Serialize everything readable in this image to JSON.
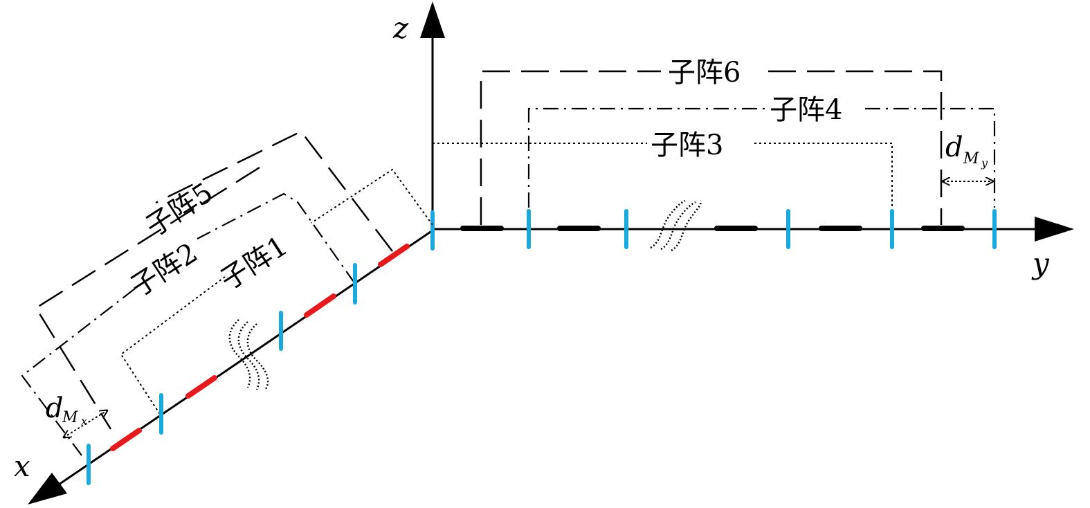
{
  "axes": {
    "x": "x",
    "y": "y",
    "z": "z"
  },
  "subarrays": {
    "s1": "子阵1",
    "s2": "子阵2",
    "s3": "子阵3",
    "s4": "子阵4",
    "s5": "子阵5",
    "s6": "子阵6"
  },
  "spacing": {
    "y": {
      "main": "d",
      "sub": "M",
      "subsub": "y"
    },
    "x": {
      "main": "d",
      "sub": "M",
      "subsub": "x"
    }
  },
  "colors": {
    "axis": "#000000",
    "sensor": "#19a9dc",
    "x_element": "#e8191c",
    "y_element": "#000000"
  },
  "icons": {
    "break_mark": "wavy-break-icon",
    "arrow": "arrowhead-icon"
  }
}
